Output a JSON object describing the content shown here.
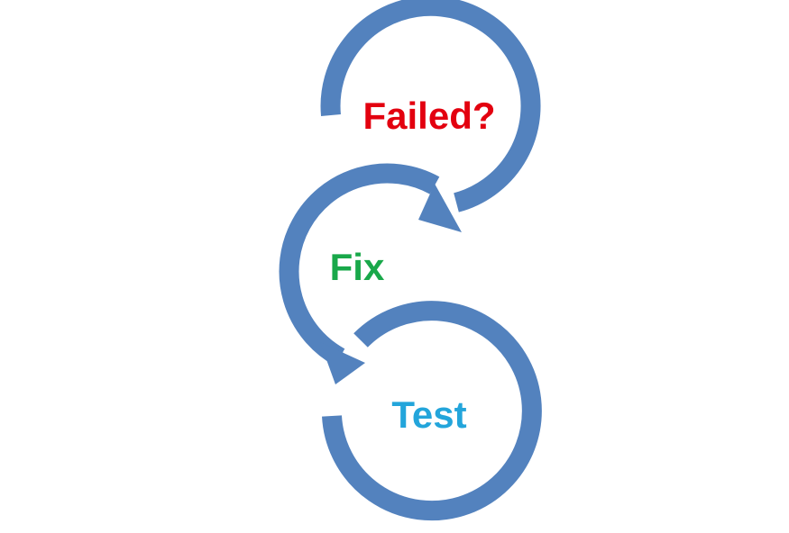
{
  "diagram": {
    "steps": [
      {
        "label": "Failed?",
        "color": "#e3000f"
      },
      {
        "label": "Fix",
        "color": "#19a84a"
      },
      {
        "label": "Test",
        "color": "#23a5db"
      }
    ],
    "arrow_color": "#5382be",
    "background": "#ffffff"
  }
}
